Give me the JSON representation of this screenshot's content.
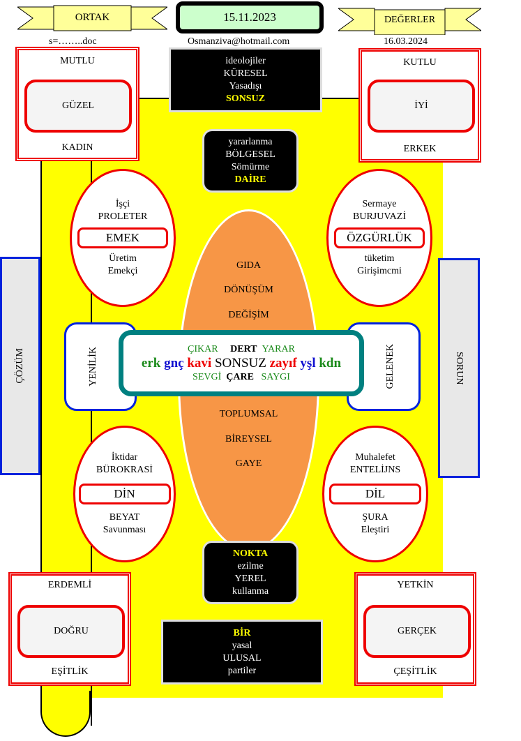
{
  "banners": {
    "left": "ORTAK",
    "right": "DEĞERLER"
  },
  "date": "15.11.2023",
  "file": "s=……..doc",
  "email": "Osmanziva@hotmail.com",
  "date2": "16.03.2024",
  "top_left": {
    "top": "MUTLU",
    "mid": "GÜZEL",
    "bottom": "KADIN"
  },
  "top_right": {
    "top": "KUTLU",
    "mid": "İYİ",
    "bottom": "ERKEK"
  },
  "bottom_left": {
    "top": "ERDEMLİ",
    "mid": "DOĞRU",
    "bottom": "EŞİTLİK"
  },
  "bottom_right": {
    "top": "YETKİN",
    "mid": "GERÇEK",
    "bottom": "ÇEŞİTLİK"
  },
  "black_top": [
    "ideolojiler",
    "KÜRESEL",
    "Yasadışı",
    "SONSUZ"
  ],
  "black_upper": [
    "yararlanma",
    "BÖLGESEL",
    "Sömürme",
    "DAİRE"
  ],
  "black_lower": [
    "NOKTA",
    "ezilme",
    "YEREL",
    "kullanma"
  ],
  "black_bottom": [
    "BİR",
    "yasal",
    "ULUSAL",
    "partiler"
  ],
  "ellipse_tl": {
    "l1": "İşçi",
    "l2": "PROLETER",
    "box": "EMEK",
    "l3": "Üretim",
    "l4": "Emekçi"
  },
  "ellipse_tr": {
    "l1": "Sermaye",
    "l2": "BURJUVAZİ",
    "box": "ÖZGÜRLÜK",
    "l3": "tüketim",
    "l4": "Girişimcmi"
  },
  "ellipse_bl": {
    "l1": "İktidar",
    "l2": "BÜROKRASİ",
    "box": "DİN",
    "l3": "BEYAT",
    "l4": "Savunması"
  },
  "ellipse_br": {
    "l1": "Muhalefet",
    "l2": "ENTELİJNS",
    "box": "DİL",
    "l3": "ŞURA",
    "l4": "Eleştiri"
  },
  "center_ellipse": [
    "GIDA",
    "DÖNÜŞÜM",
    "DEĞİŞİM",
    "TOPLUMSAL",
    "BİREYSEL",
    "GAYE"
  ],
  "side": {
    "left": "ÇÖZÜM",
    "right": "SORUN",
    "inner_left": "YENİLİK",
    "inner_right": "GELENEK"
  },
  "center_box": {
    "row1": [
      "ÇIKAR",
      "DERT",
      "YARAR"
    ],
    "row2": [
      "erk",
      "gnç",
      "kavi",
      "SONSUZ",
      "zayıf",
      "yşl",
      "kdn"
    ],
    "row3": [
      "SEVGİ",
      "ÇARE",
      "SAYGI"
    ]
  },
  "colors": {
    "yellow": "#ffff00",
    "red": "#e00000",
    "teal": "#008080",
    "orange": "#f79646",
    "blue": "#0022dd",
    "green": "#1a8a1a"
  }
}
